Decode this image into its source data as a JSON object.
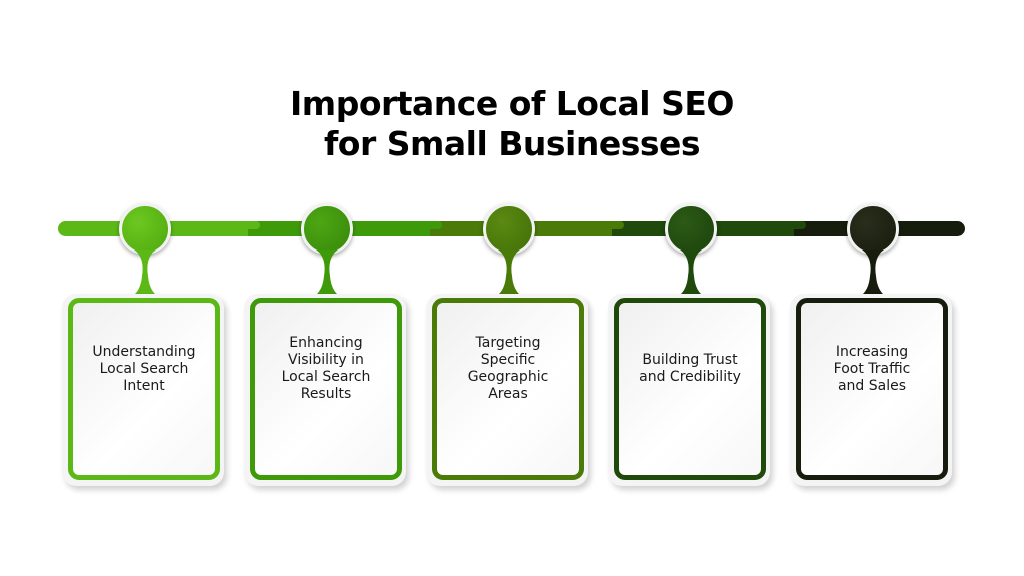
{
  "title": {
    "line1": "Importance of Local SEO",
    "line2": "for Small Businesses"
  },
  "colors": {
    "step1": "#5cb816",
    "step2": "#3f9a0a",
    "step3": "#4a7a08",
    "step4": "#1f4a0c",
    "step5": "#161d0c"
  },
  "steps": [
    {
      "label": "Understanding\nLocal Search\nIntent"
    },
    {
      "label": "Enhancing\nVisibility in\nLocal Search\nResults"
    },
    {
      "label": "Targeting\nSpecific\nGeographic\nAreas"
    },
    {
      "label": "Building Trust\nand Credibility"
    },
    {
      "label": "Increasing\nFoot Traffic\nand Sales"
    }
  ]
}
